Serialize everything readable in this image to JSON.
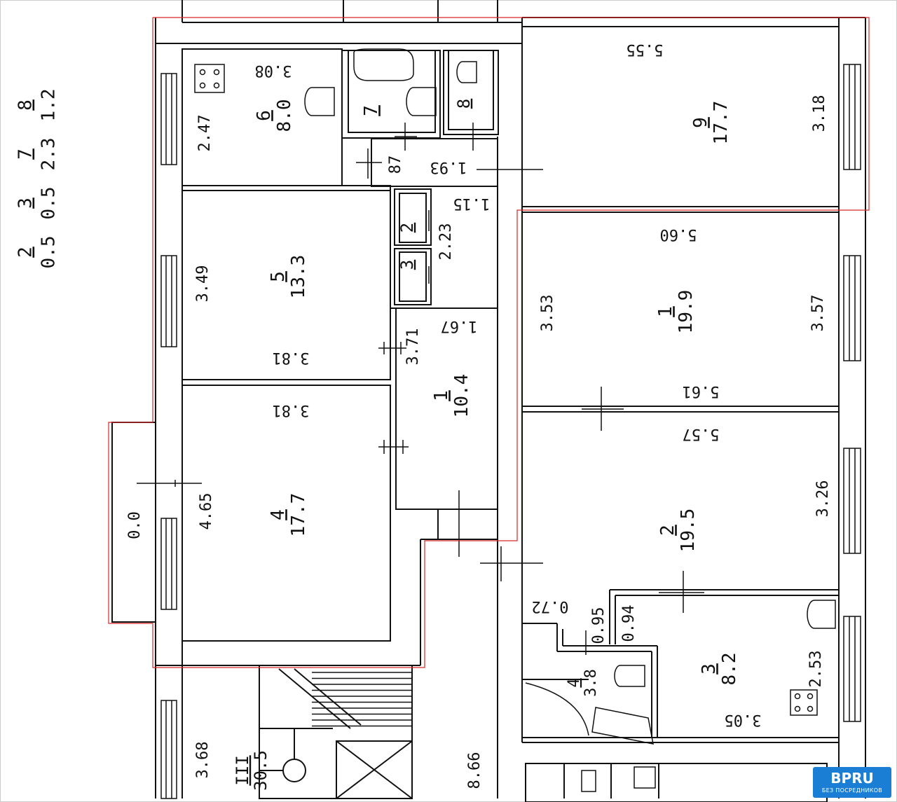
{
  "colors": {
    "wall": "#111111",
    "outline": "#d62828",
    "logo_bg": "#1a7fd4"
  },
  "summary_fractions": [
    {
      "num": "2",
      "den": "0.5"
    },
    {
      "num": "3",
      "den": "0.5"
    },
    {
      "num": "7",
      "den": "2.3"
    },
    {
      "num": "8",
      "den": "1.2"
    }
  ],
  "rooms": {
    "r9_num": "9",
    "r9_area": "17.7",
    "r1_num": "1",
    "r1_area": "19.9",
    "r2_num": "2",
    "r2_area": "19.5",
    "r3_num": "3",
    "r3_area": "8.2",
    "r4_num": "4",
    "r4_area": "3.8",
    "r5_num": "5",
    "r5_area": "13.3",
    "r4b_num": "4",
    "r4b_area": "17.7",
    "r6_num": "6",
    "r6_area": "8.0",
    "r7_num": "7",
    "r8_num": "8",
    "rc_num": "1",
    "rc_area": "10.4",
    "rs2_num": "2",
    "rs3_num": "3",
    "stair_num": "III",
    "stair_area": "30.5"
  },
  "dims": {
    "d555": "5.55",
    "d318": "3.18",
    "d560": "5.60",
    "d353": "3.53",
    "d357": "3.57",
    "d561": "5.61",
    "d557": "5.57",
    "d326": "3.26",
    "d072": "0.72",
    "d095": "0.95",
    "d094": "0.94",
    "d253": "2.53",
    "d305": "3.05",
    "d308": "3.08",
    "d247": "2.47",
    "d087": "87",
    "d193": "1.93",
    "d115": "1.15",
    "d223": "2.23",
    "d349": "3.49",
    "d381a": "3.81",
    "d371": "3.71",
    "d167": "1.67",
    "d381b": "3.81",
    "d465": "4.65",
    "d00": "0.0",
    "d368": "3.68",
    "d866": "8.66"
  },
  "logo": {
    "title": "BPRU",
    "subtitle": "БЕЗ ПОСРЕДНИКОВ"
  }
}
